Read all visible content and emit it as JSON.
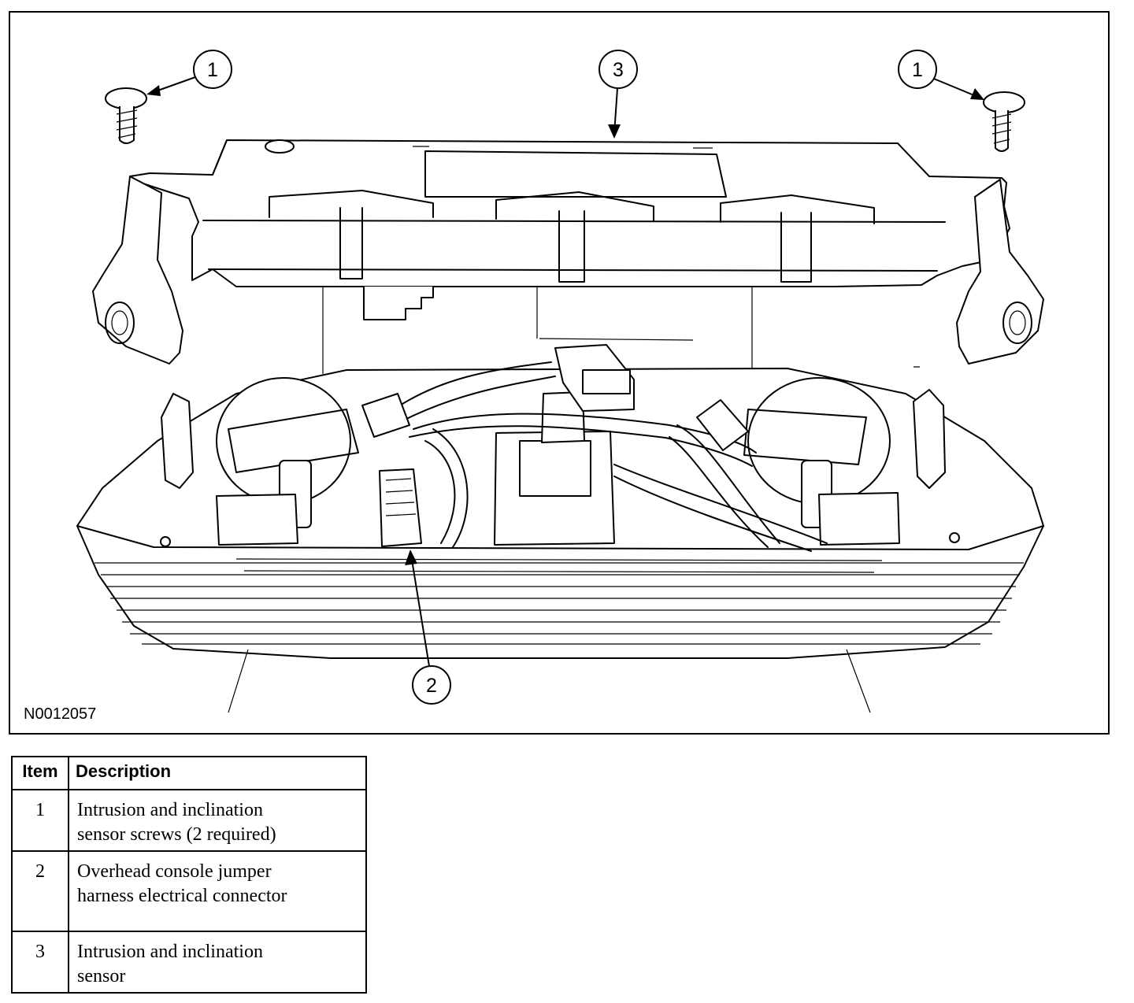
{
  "figure": {
    "id": "N0012057",
    "callouts": [
      {
        "label": "1"
      },
      {
        "label": "3"
      },
      {
        "label": "1"
      },
      {
        "label": "2"
      }
    ]
  },
  "legend": {
    "headers": {
      "item": "Item",
      "description": "Description"
    },
    "rows": [
      {
        "item": "1",
        "line1": "Intrusion and inclination",
        "line2": "sensor screws (2 required)"
      },
      {
        "item": "2",
        "line1": "Overhead console jumper",
        "line2": "harness electrical connector"
      },
      {
        "item": "3",
        "line1": "Intrusion and inclination",
        "line2": "sensor"
      }
    ]
  }
}
